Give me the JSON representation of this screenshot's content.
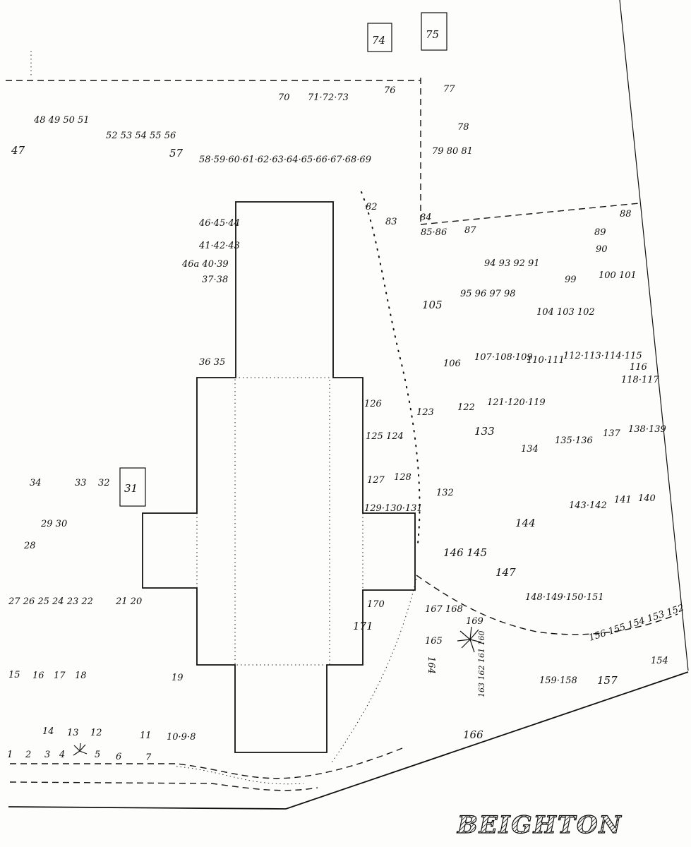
{
  "map": {
    "title": "BEIGHTON",
    "plots": [
      {
        "id": "p1",
        "text": "1"
      },
      {
        "id": "p2",
        "text": "2"
      },
      {
        "id": "p3",
        "text": "3"
      },
      {
        "id": "p4",
        "text": "4"
      },
      {
        "id": "p5",
        "text": "5"
      },
      {
        "id": "p6",
        "text": "6"
      },
      {
        "id": "p7",
        "text": "7"
      },
      {
        "id": "p8",
        "text": "10·9·8"
      },
      {
        "id": "p11",
        "text": "11"
      },
      {
        "id": "p12",
        "text": "12"
      },
      {
        "id": "p13",
        "text": "13"
      },
      {
        "id": "p14",
        "text": "14"
      },
      {
        "id": "p15",
        "text": "15"
      },
      {
        "id": "p16",
        "text": "16"
      },
      {
        "id": "p17",
        "text": "17"
      },
      {
        "id": "p18",
        "text": "18"
      },
      {
        "id": "p19",
        "text": "19"
      },
      {
        "id": "p20",
        "text": "21 20"
      },
      {
        "id": "p27",
        "text": "27 26 25 24 23 22"
      },
      {
        "id": "p28",
        "text": "28"
      },
      {
        "id": "p29",
        "text": "29 30"
      },
      {
        "id": "p31",
        "text": "31"
      },
      {
        "id": "p32",
        "text": "32"
      },
      {
        "id": "p33",
        "text": "33"
      },
      {
        "id": "p34",
        "text": "34"
      },
      {
        "id": "p35",
        "text": "36 35"
      },
      {
        "id": "p37",
        "text": "37·38"
      },
      {
        "id": "p39",
        "text": "46a 40·39"
      },
      {
        "id": "p41",
        "text": "41·42·43"
      },
      {
        "id": "p44",
        "text": "46·45·44"
      },
      {
        "id": "p47",
        "text": "47"
      },
      {
        "id": "p48",
        "text": "48 49 50 51"
      },
      {
        "id": "p52",
        "text": "52 53 54 55 56"
      },
      {
        "id": "p57",
        "text": "57"
      },
      {
        "id": "p58",
        "text": "58·59·60·61·62·63·64·65·66·67·68·69"
      },
      {
        "id": "p70",
        "text": "70"
      },
      {
        "id": "p71",
        "text": "71·72·73"
      },
      {
        "id": "p74",
        "text": "74"
      },
      {
        "id": "p75",
        "text": "75"
      },
      {
        "id": "p76",
        "text": "76"
      },
      {
        "id": "p77",
        "text": "77"
      },
      {
        "id": "p78",
        "text": "78"
      },
      {
        "id": "p79",
        "text": "79 80 81"
      },
      {
        "id": "p82",
        "text": "82"
      },
      {
        "id": "p83",
        "text": "83"
      },
      {
        "id": "p84",
        "text": "84"
      },
      {
        "id": "p85",
        "text": "85·86"
      },
      {
        "id": "p87",
        "text": "87"
      },
      {
        "id": "p88",
        "text": "88"
      },
      {
        "id": "p89",
        "text": "89"
      },
      {
        "id": "p90",
        "text": "90"
      },
      {
        "id": "p91",
        "text": "94 93 92 91"
      },
      {
        "id": "p95",
        "text": "95 96 97 98"
      },
      {
        "id": "p99",
        "text": "99"
      },
      {
        "id": "p100",
        "text": "100 101"
      },
      {
        "id": "p102",
        "text": "104 103 102"
      },
      {
        "id": "p105",
        "text": "105"
      },
      {
        "id": "p106",
        "text": "106"
      },
      {
        "id": "p107",
        "text": "107·108·109"
      },
      {
        "id": "p110",
        "text": "110·111"
      },
      {
        "id": "p112",
        "text": "112·113·114·115"
      },
      {
        "id": "p116",
        "text": "116"
      },
      {
        "id": "p117",
        "text": "118·117"
      },
      {
        "id": "p119",
        "text": "121·120·119"
      },
      {
        "id": "p122",
        "text": "122"
      },
      {
        "id": "p123",
        "text": "123"
      },
      {
        "id": "p124",
        "text": "125 124"
      },
      {
        "id": "p126",
        "text": "126"
      },
      {
        "id": "p127",
        "text": "127"
      },
      {
        "id": "p128",
        "text": "128"
      },
      {
        "id": "p129",
        "text": "129·130·131"
      },
      {
        "id": "p132",
        "text": "132"
      },
      {
        "id": "p133",
        "text": "133"
      },
      {
        "id": "p134",
        "text": "134"
      },
      {
        "id": "p135",
        "text": "135·136"
      },
      {
        "id": "p137",
        "text": "137"
      },
      {
        "id": "p138",
        "text": "138·139"
      },
      {
        "id": "p140",
        "text": "140"
      },
      {
        "id": "p141",
        "text": "141"
      },
      {
        "id": "p142",
        "text": "143·142"
      },
      {
        "id": "p144",
        "text": "144"
      },
      {
        "id": "p145",
        "text": "146 145"
      },
      {
        "id": "p147",
        "text": "147"
      },
      {
        "id": "p148",
        "text": "148·149·150·151"
      },
      {
        "id": "p152",
        "text": "156 155 154 153 152"
      },
      {
        "id": "p154",
        "text": "154"
      },
      {
        "id": "p157",
        "text": "157"
      },
      {
        "id": "p158",
        "text": "159·158"
      },
      {
        "id": "p160",
        "text": "163 162 161 160"
      },
      {
        "id": "p164",
        "text": "164"
      },
      {
        "id": "p165",
        "text": "165"
      },
      {
        "id": "p166",
        "text": "166"
      },
      {
        "id": "p167",
        "text": "167 168"
      },
      {
        "id": "p169",
        "text": "169"
      },
      {
        "id": "p170",
        "text": "170"
      },
      {
        "id": "p171",
        "text": "171"
      }
    ]
  }
}
